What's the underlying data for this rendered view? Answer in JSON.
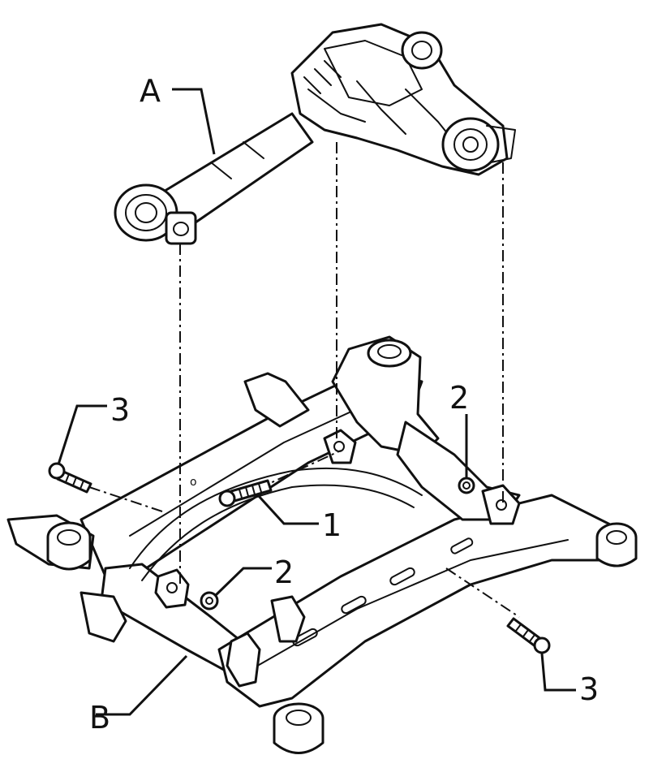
{
  "callouts": {
    "A": "A",
    "B": "B",
    "bolt_top": "1",
    "nut_left": "2",
    "nut_right": "2",
    "bolt_left": "3",
    "bolt_right": "3"
  },
  "frame_mark": "o"
}
